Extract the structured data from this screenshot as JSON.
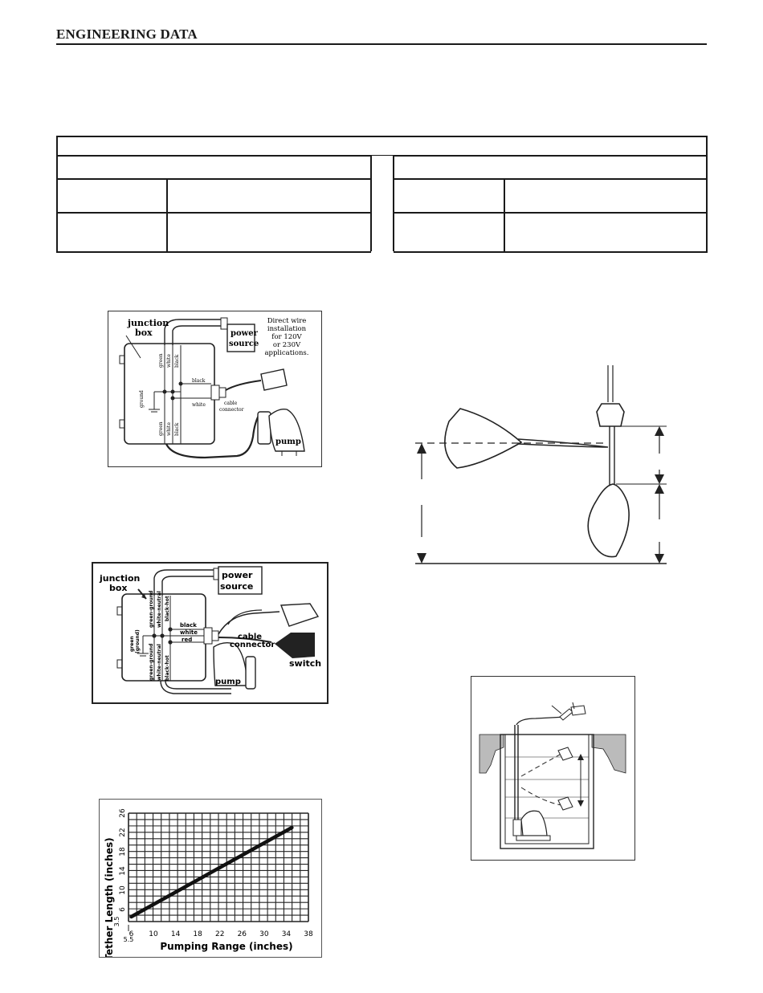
{
  "header": {
    "title": "ENGINEERING DATA"
  },
  "wiring_direct": {
    "junction_label_1": "junction",
    "junction_label_2": "box",
    "power_label_1": "power",
    "power_label_2": "source",
    "note": [
      "Direct wire",
      "installation",
      "for 120V",
      "or 230V",
      "applications."
    ],
    "wire_green": "green",
    "wire_white": "white",
    "wire_black": "black",
    "ground_label": "ground",
    "cable_label_1": "cable",
    "cable_label_2": "connector",
    "pump_label": "pump"
  },
  "wiring_switch": {
    "junction_label_1": "junction",
    "junction_label_2": "box",
    "power_label_1": "power",
    "power_label_2": "source",
    "wire_green_ground": "green-ground",
    "wire_white_neutral": "white-neutral",
    "wire_black_hot": "black-hot",
    "wire_black": "black",
    "wire_white": "white",
    "wire_red": "red",
    "ground_label_1": "green",
    "ground_label_2": "(ground)",
    "cable_label_1": "cable",
    "cable_label_2": "connector",
    "switch_label": "switch",
    "pump_label": "pump"
  },
  "chart_data": {
    "type": "line",
    "title": "",
    "xlabel": "Pumping Range (inches)",
    "ylabel": "Tether Length (inches)",
    "xlim": [
      5.5,
      38
    ],
    "ylim": [
      3.5,
      26
    ],
    "x_ticks": [
      "5.5",
      "6",
      "10",
      "14",
      "18",
      "22",
      "26",
      "30",
      "34",
      "38"
    ],
    "y_ticks": [
      "3.5",
      "6",
      "10",
      "14",
      "18",
      "22",
      "26"
    ],
    "grid": true,
    "series": [
      {
        "x": [
          6,
          35
        ],
        "y": [
          4.5,
          23
        ]
      }
    ]
  }
}
